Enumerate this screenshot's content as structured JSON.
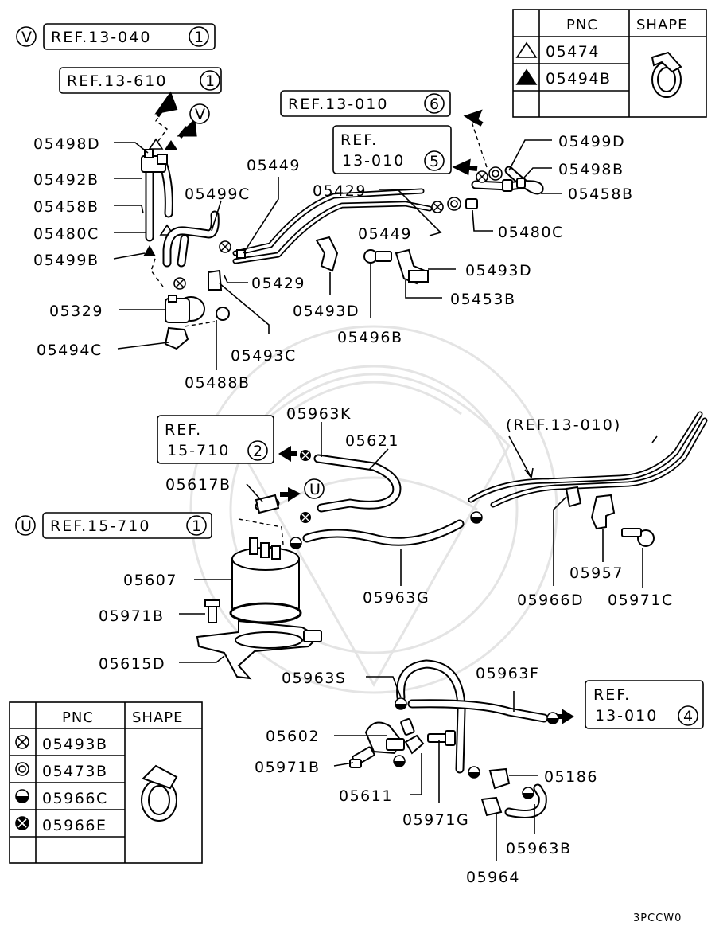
{
  "legend_top": {
    "header_pnc": "PNC",
    "header_shape": "SHAPE",
    "row1_pnc": "05474",
    "row2_pnc": "05494B"
  },
  "legend_bottom": {
    "header_pnc": "PNC",
    "header_shape": "SHAPE",
    "row1_pnc": "05493B",
    "row2_pnc": "05473B",
    "row3_pnc": "05966C",
    "row4_pnc": "05966E"
  },
  "refs": {
    "v_marker": "V",
    "u_marker": "U",
    "r1": "REF.13-040",
    "r1_num": "1",
    "r2": "REF.13-610",
    "r2_num": "1",
    "r3": "REF.13-010",
    "r3_num": "6",
    "r4_line1": "REF.",
    "r4_line2": "13-010",
    "r4_num": "5",
    "r5_line1": "REF.",
    "r5_line2": "15-710",
    "r5_num": "2",
    "r6": "REF.15-710",
    "r6_num": "1",
    "r7": "(REF.13-010)",
    "r8_line1": "REF.",
    "r8_line2": "13-010",
    "r8_num": "4"
  },
  "labels": {
    "p05498D": "05498D",
    "p05492B": "05492B",
    "p05458B_l": "05458B",
    "p05480C_l": "05480C",
    "p05499B": "05499B",
    "p05499C": "05499C",
    "p05449_t": "05449",
    "p05429_t": "05429",
    "p05449_m": "05449",
    "p05499D": "05499D",
    "p05498B": "05498B",
    "p05458B_r": "05458B",
    "p05480C_r": "05480C",
    "p05493D_r": "05493D",
    "p05453B": "05453B",
    "p05429_b": "05429",
    "p05493D_l": "05493D",
    "p05496B": "05496B",
    "p05329": "05329",
    "p05494C": "05494C",
    "p05493C": "05493C",
    "p05488B": "05488B",
    "p05963K": "05963K",
    "p05621": "05621",
    "p05617B": "05617B",
    "p05607": "05607",
    "p05963G": "05963G",
    "p05971B_t": "05971B",
    "p05615D": "05615D",
    "p05966D": "05966D",
    "p05957": "05957",
    "p05971C": "05971C",
    "p05963S": "05963S",
    "p05963F": "05963F",
    "p05602": "05602",
    "p05971B_b": "05971B",
    "p05186": "05186",
    "p05611": "05611",
    "p05971G": "05971G",
    "p05963B": "05963B",
    "p05964": "05964",
    "code": "3PCCW0"
  }
}
